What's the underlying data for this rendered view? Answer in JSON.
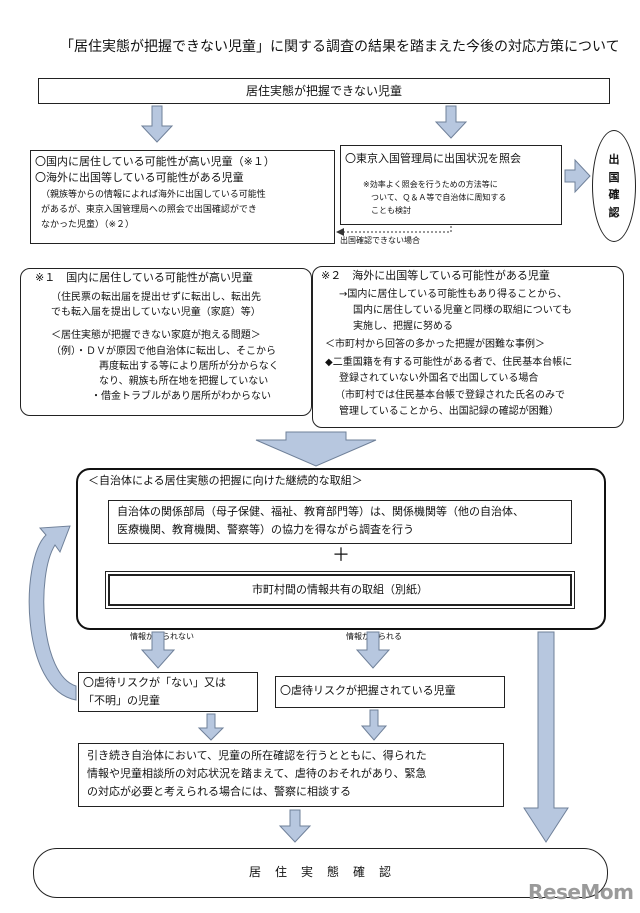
{
  "title": "「居住実態が把握できない児童」に関する調査の結果を踏まえた今後の対応方策について",
  "top_box": "居住実態が把握できない児童",
  "left_box": {
    "line1": "〇国内に居住している可能性が高い児童（※１）",
    "line2": "〇海外に出国等している可能性がある児童",
    "line3": "（親族等からの情報によれば海外に出国している可能性",
    "line4": "があるが、東京入国管理局への照会で出国確認ができ",
    "line5": "なかった児童）（※２）"
  },
  "right_box": {
    "line1": "〇東京入国管理局に出国状況を照会",
    "note1": "※効率よく照会を行うための方法等に",
    "note2": "ついて、Ｑ＆Ａ等で自治体に周知する",
    "note3": "ことも検討"
  },
  "exit_label": "出国確認",
  "unconfirmed_label": "出国確認できない場合",
  "note1": {
    "heading": "※１　国内に居住している可能性が高い児童",
    "l1": "（住民票の転出届を提出せずに転出し、転出先",
    "l2": "でも転入届を提出していない児童（家庭）等）",
    "l3": "＜居住実態が把握できない家庭が抱える問題＞",
    "l4": "（例）・ＤＶが原因で他自治体に転出し、そこから",
    "l5": "再度転出する等により居所が分からなく",
    "l6": "なり、親族も所在地を把握していない",
    "l7": "・借金トラブルがあり居所がわからない"
  },
  "note2": {
    "heading": "※２　海外に出国等している可能性がある児童",
    "l1": "→国内に居住している可能性もあり得ることから、",
    "l2": "国内に居住している児童と同様の取組についても",
    "l3": "実施し、把握に努める",
    "l4": "＜市町村から回答の多かった把握が困難な事例＞",
    "l5": "◆二重国籍を有する可能性がある者で、住民基本台帳に",
    "l6": "登録されていない外国名で出国している場合",
    "l7": "（市町村では住民基本台帳で登録された氏名のみで",
    "l8": "管理していることから、出国記録の確認が困難）"
  },
  "main_box": {
    "heading": "＜自治体による居住実態の把握に向けた継続的な取組＞",
    "inner1_l1": "自治体の関係部局（母子保健、福祉、教育部門等）は、関係機関等（他の自治体、",
    "inner1_l2": "医療機関、教育機関、警察等）の協力を得ながら調査を行う",
    "plus": "＋",
    "inner2": "市町村間の情報共有の取組（別紙）"
  },
  "info_label_left": "情報が得られない",
  "info_label_right": "情報が得られる",
  "risk_none": {
    "l1": "〇虐待リスクが「ない」又は",
    "l2": "「不明」の児童"
  },
  "risk_known": "〇虐待リスクが把握されている児童",
  "bottom_box": {
    "l1": "引き続き自治体において、児童の所在確認を行うとともに、得られた",
    "l2": "情報や児童相談所の対応状況を踏まえて、虐待のおそれがあり、緊急",
    "l3": "の対応が必要と考えられる場合には、警察に相談する"
  },
  "final_box": "居　住　実　態　確　認",
  "watermark": "ReseMom",
  "colors": {
    "arrow_fill": "#b7c7df",
    "arrow_stroke": "#6f8099"
  }
}
